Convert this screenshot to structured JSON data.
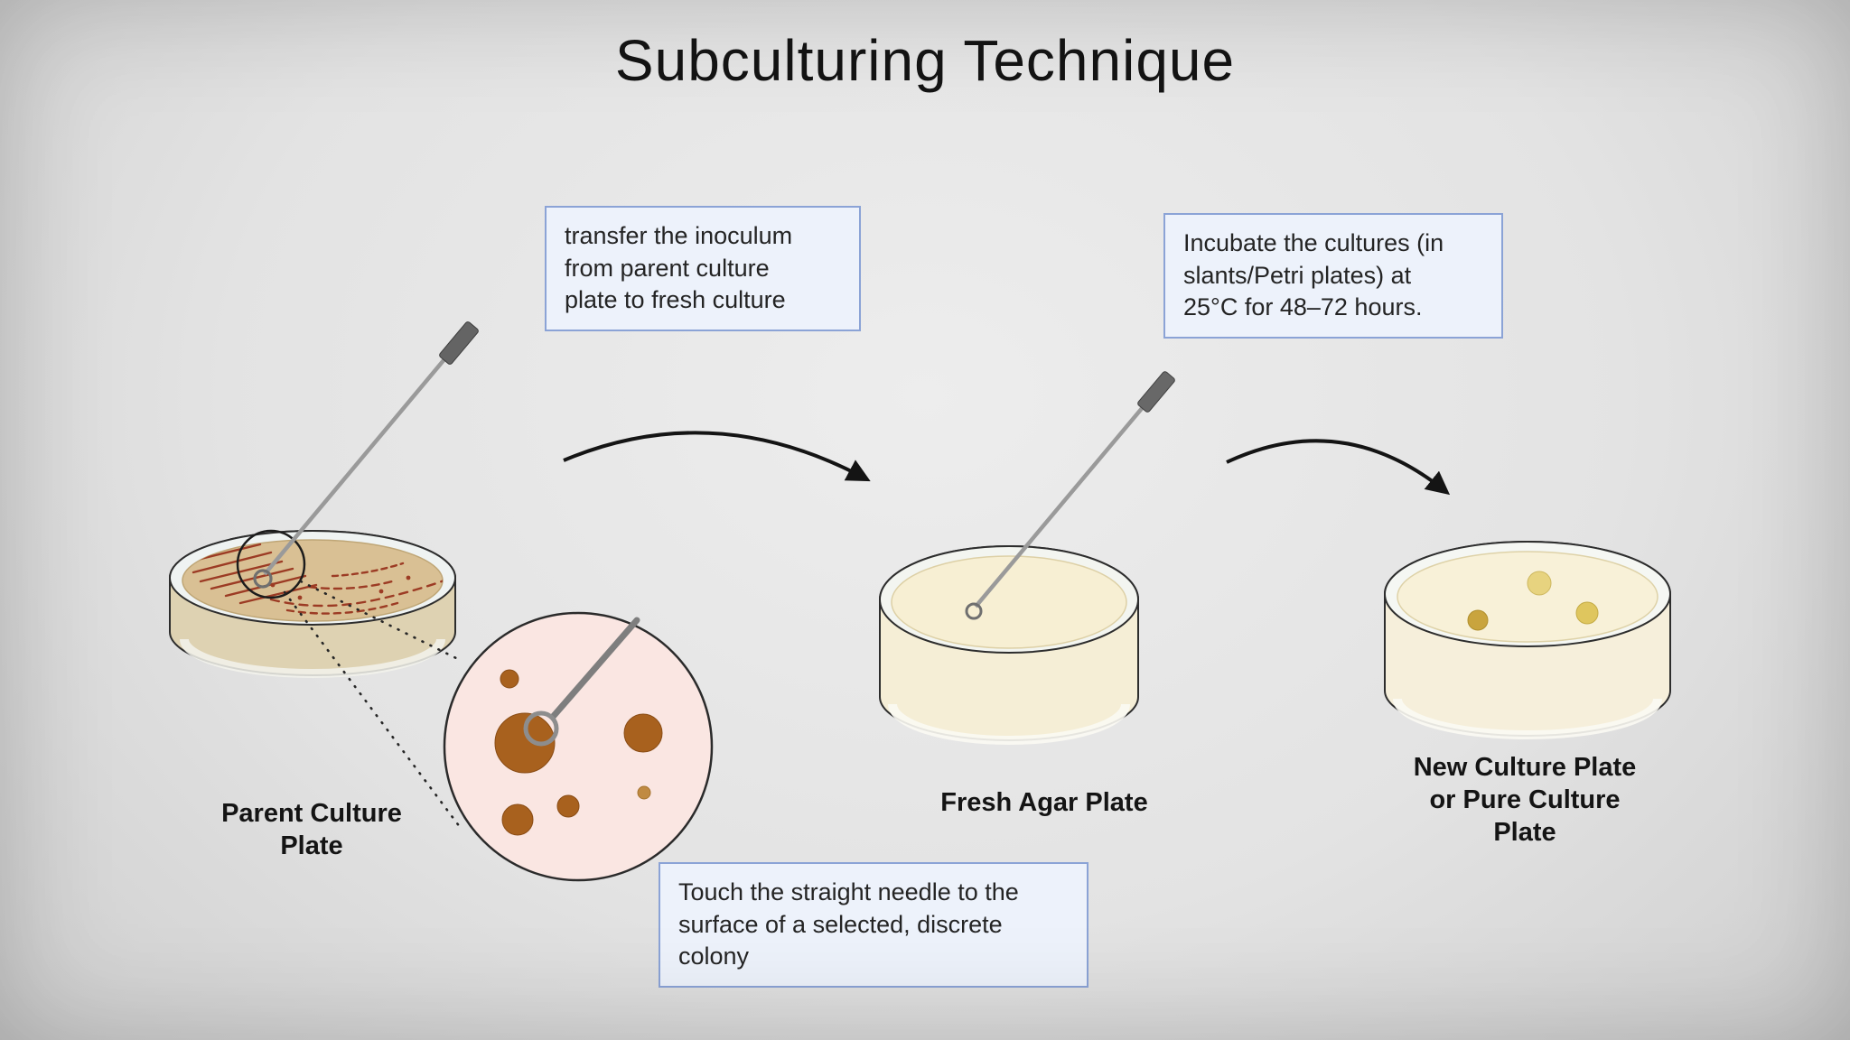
{
  "title": "Subculturing Technique",
  "callouts": {
    "transfer": [
      "transfer the inoculum",
      "from parent culture",
      "plate to fresh culture"
    ],
    "incubate": [
      "Incubate the cultures (in",
      "slants/Petri plates) at",
      "25°C for 48–72 hours."
    ],
    "touch": [
      "Touch the straight needle to the",
      "surface of a selected, discrete",
      "colony"
    ]
  },
  "labels": {
    "parent_plate": [
      "Parent Culture",
      "Plate"
    ],
    "fresh_plate": "Fresh Agar Plate",
    "new_plate": [
      "New Culture Plate",
      "or  Pure Culture",
      "Plate"
    ]
  },
  "colors": {
    "callout_background": "#edf2fb",
    "callout_border": "#8ba3d6",
    "parent_agar": "#d9c094",
    "streaks": "#9c3b24",
    "magnified_background": "#fae6e2",
    "colony_brown": "#a8611e",
    "colony_yellow": "#e7d37f",
    "fresh_agar": "#f7efd3",
    "arrow": "#141414"
  }
}
